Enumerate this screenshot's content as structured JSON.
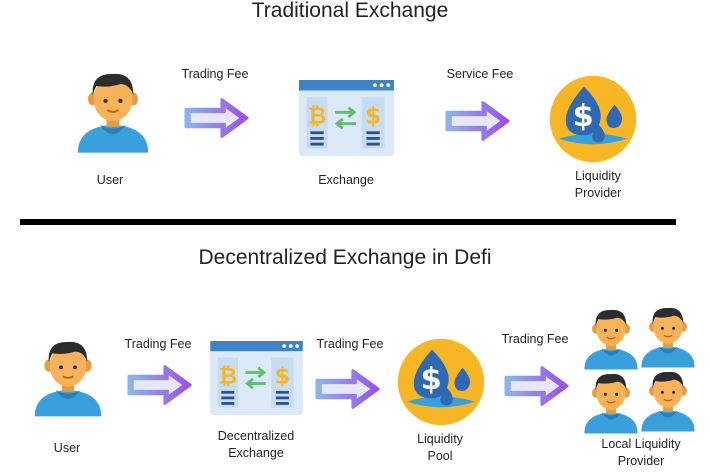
{
  "top": {
    "title": "Traditional Exchange",
    "user_label": "User",
    "arrow1_label": "Trading Fee",
    "exchange_label": "Exchange",
    "arrow2_label": "Service Fee",
    "provider_label_line1": "Liquidity",
    "provider_label_line2": "Provider"
  },
  "bottom": {
    "title": "Decentralized Exchange in Defi",
    "user_label": "User",
    "arrow1_label": "Trading Fee",
    "dex_label_line1": "Decentralized",
    "dex_label_line2": "Exchange",
    "arrow2_label": "Trading Fee",
    "pool_label_line1": "Liquidity",
    "pool_label_line2": "Pool",
    "arrow3_label": "Trading Fee",
    "local_label_line1": "Local Liquidity",
    "local_label_line2": "Provider"
  },
  "icons": {
    "user": "user-avatar-icon",
    "arrow": "right-arrow-icon",
    "exchange": "exchange-window-icon",
    "liquidity": "dollar-drops-icon"
  },
  "colors": {
    "arrow_stroke": "#8a48e6",
    "arrow_fill": "#e6e2fb",
    "coin": "#f6b626",
    "dollar_blue": "#2f69b3",
    "shirt_blue": "#3aa0dc",
    "skin": "#f7b25a",
    "hair": "#2c2c2c"
  }
}
